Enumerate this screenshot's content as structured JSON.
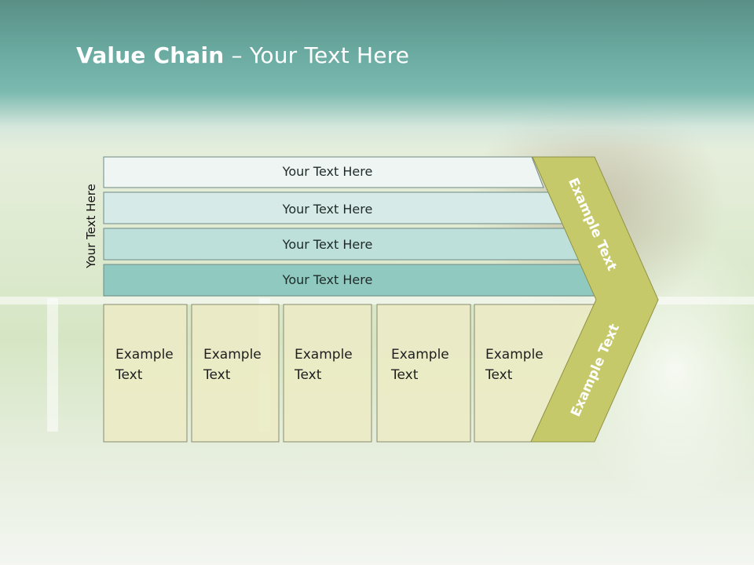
{
  "slide": {
    "title_bold": "Value Chain",
    "title_rest": " – Your Text Here",
    "side_label": "Your Text Here",
    "rows": [
      {
        "label": "Your Text Here",
        "fill": "#eef5f3"
      },
      {
        "label": "Your Text Here",
        "fill": "#d6ebe7"
      },
      {
        "label": "Your Text Here",
        "fill": "#bde0da"
      },
      {
        "label": "Your Text Here",
        "fill": "#8fc9c0"
      }
    ],
    "boxes": [
      {
        "line1": "Example",
        "line2": "Text"
      },
      {
        "line1": "Example",
        "line2": "Text"
      },
      {
        "line1": "Example",
        "line2": "Text"
      },
      {
        "line1": "Example",
        "line2": "Text"
      },
      {
        "line1": "Example",
        "line2": "Text"
      }
    ],
    "chevron_top_label": "Example Text",
    "chevron_bottom_label": "Example Text",
    "colors": {
      "header_band": "#6aaaa0",
      "box_fill": "#ecebc6",
      "chevron_fill": "#c6c96a",
      "shape_border": "#6f8a86"
    }
  }
}
